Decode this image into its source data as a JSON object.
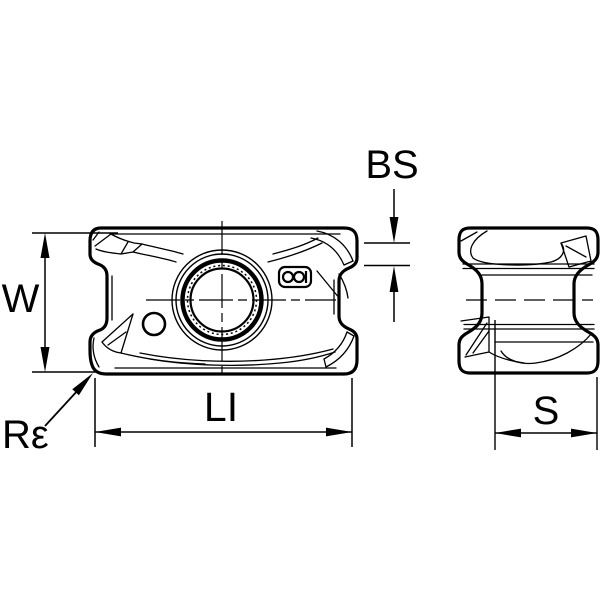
{
  "drawing": {
    "background_color": "#ffffff",
    "line_color": "#000000",
    "labels": {
      "width": "W",
      "wiper_edge": "BS",
      "cutting_length": "LI",
      "thickness": "S",
      "corner_radius": "Rε"
    }
  }
}
